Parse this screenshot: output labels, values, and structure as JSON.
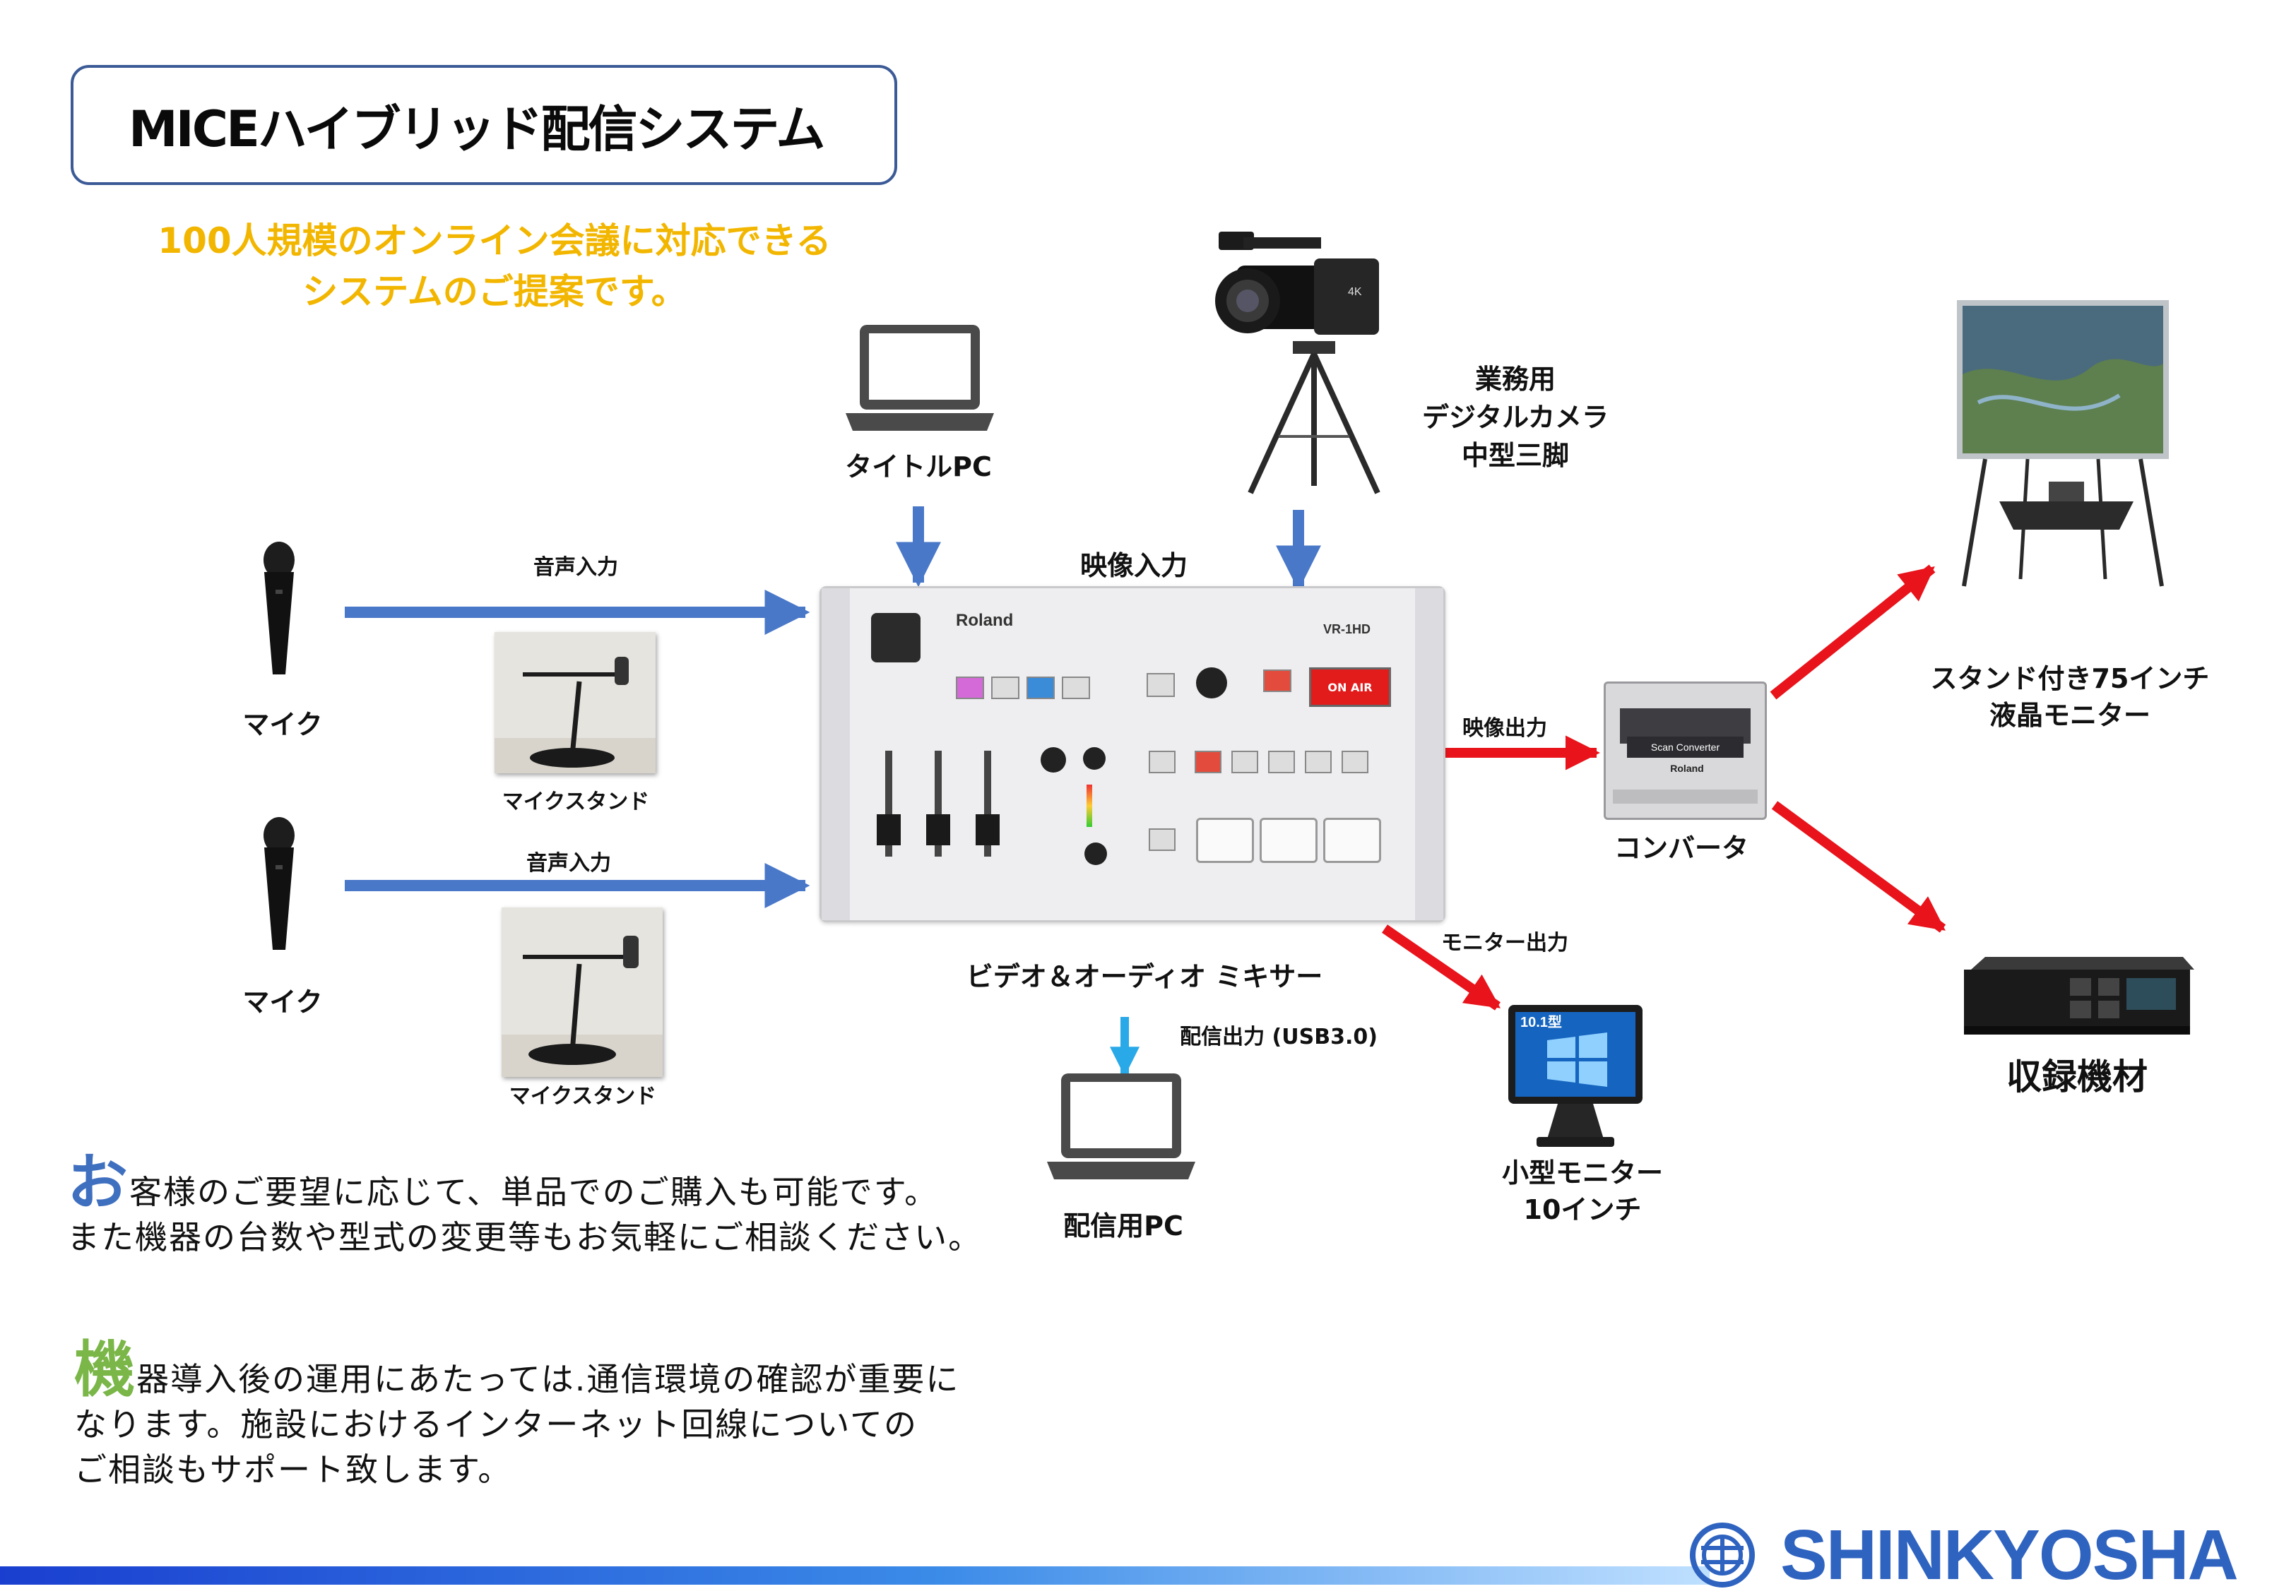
{
  "title": "MICEハイブリッド配信システム",
  "subtitle": [
    "100人規模のオンライン会議に対応できる",
    "システムのご提案です。"
  ],
  "labels": {
    "title_pc": "タイトルPC",
    "camera": [
      "業務用",
      "デジタルカメラ",
      "中型三脚"
    ],
    "video_input": "映像入力",
    "audio_input_1": "音声入力",
    "audio_input_2": "音声入力",
    "mic_1": "マイク",
    "mic_2": "マイク",
    "mic_stand_1": "マイクスタンド",
    "mic_stand_2": "マイクスタンド",
    "mixer": "ビデオ＆オーディオ ミキサー",
    "video_output": "映像出力",
    "converter": "コンバータ",
    "monitor_output": "モニター出力",
    "stream_output": "配信出力 (USB3.0)",
    "stream_pc": "配信用PC",
    "small_monitor": [
      "小型モニター",
      "10インチ"
    ],
    "stand_monitor": [
      "スタンド付き75インチ",
      "液晶モニター"
    ],
    "recorder": "収録機材",
    "mixer_brand": "Roland",
    "mixer_model": "VR-1HD",
    "converter_line1": "Scan Converter",
    "converter_line2": "Roland",
    "monitor_badge": "10.1型",
    "mixer_button": "ON AIR"
  },
  "notes": {
    "note1_first": "お",
    "note1_rest": "客様のご要望に応じて、単品でのご購入も可能です。",
    "note1_line2": "また機器の台数や型式の変更等もお気軽にご相談ください。",
    "note2_first": "機",
    "note2_rest": "器導入後の運用にあたっては.通信環境の確認が重要に",
    "note2_line2": "なります。施設におけるインターネット回線についての",
    "note2_line3": "ご相談もサポート致します。"
  },
  "brand": {
    "name": "SHINKYOSHA"
  },
  "colors": {
    "blue_arrow": "#4a78c8",
    "red_arrow": "#e8131b",
    "subtitle": "#f2b600",
    "note1_accent": "#3f6fbf",
    "note2_accent": "#7ab648",
    "brand": "#2f63c0",
    "light_arrow": "#2aa9e8"
  }
}
